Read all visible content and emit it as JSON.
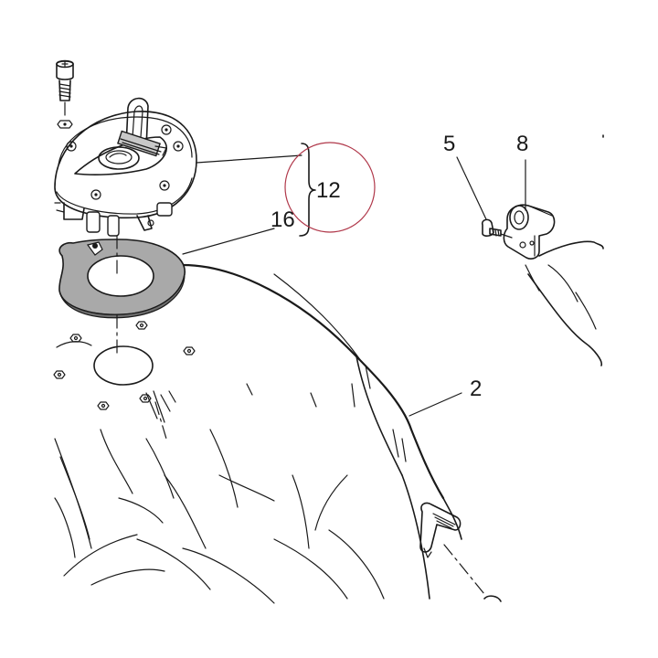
{
  "callouts": {
    "part_2": "2",
    "part_5": "5",
    "part_8": "8",
    "part_12": "12",
    "part_16": "16"
  },
  "colors": {
    "ink": "#1a1a1a",
    "gasket_fill": "#a9a9a9",
    "gasket_dark": "#6e6e6e",
    "highlight_circle": "#b0384a",
    "background": "#ffffff"
  },
  "icons": {
    "highlight": "highlight-circle-icon",
    "bracket": "curly-brace-icon"
  }
}
